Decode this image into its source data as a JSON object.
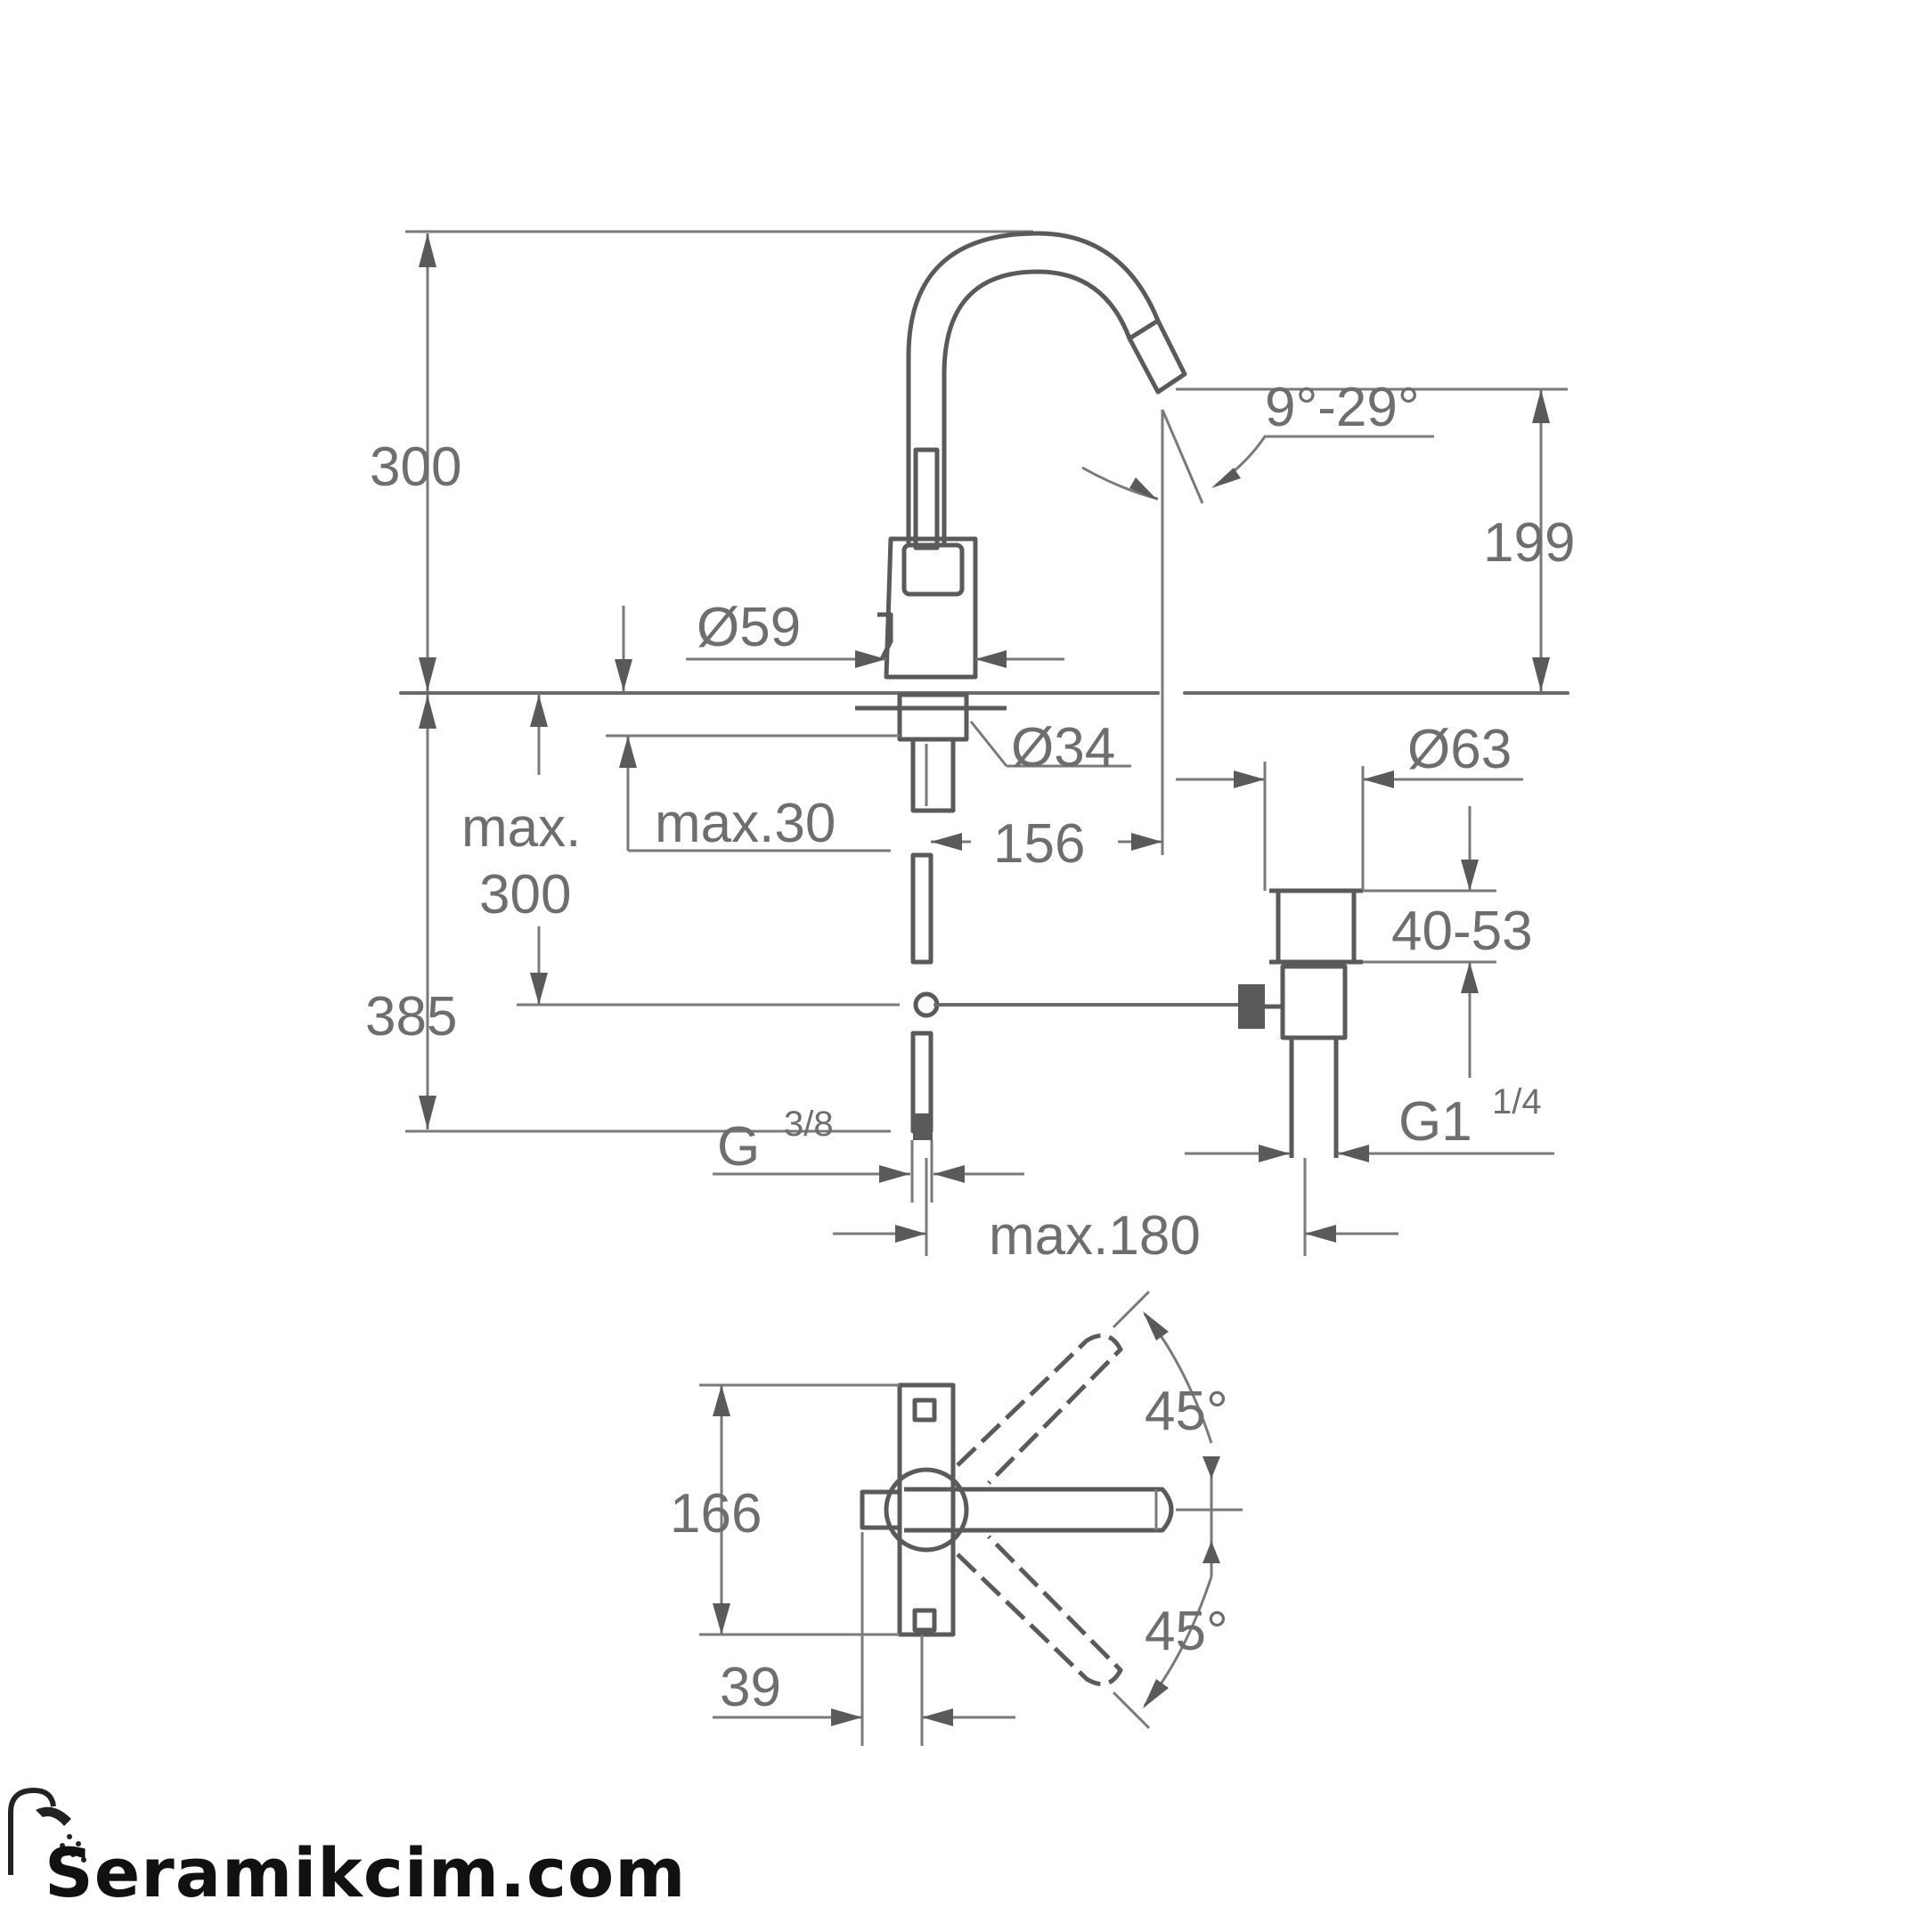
{
  "dimensions": {
    "total_height": "300",
    "spout_height": "199",
    "spout_angle": "9°-29°",
    "base_diameter": "Ø59",
    "shank_diameter": "Ø34",
    "max_thickness_label": "max.30",
    "reach": "156",
    "waste_diameter": "Ø63",
    "pop_up_range": "40-53",
    "max_depth_line1": "max.",
    "max_depth_line2": "300",
    "below_deck": "385",
    "inlet_thread_prefix": "G",
    "inlet_thread_fraction": "3/8",
    "waste_thread_prefix": "G1",
    "waste_thread_fraction": "1/4",
    "max_spacing": "max.180",
    "handle_angle_top": "45°",
    "handle_angle_bottom": "45°",
    "plan_depth": "166",
    "plan_offset": "39"
  },
  "brand": {
    "name": "Seramikcim.com",
    "icon": "shower-head-icon"
  }
}
